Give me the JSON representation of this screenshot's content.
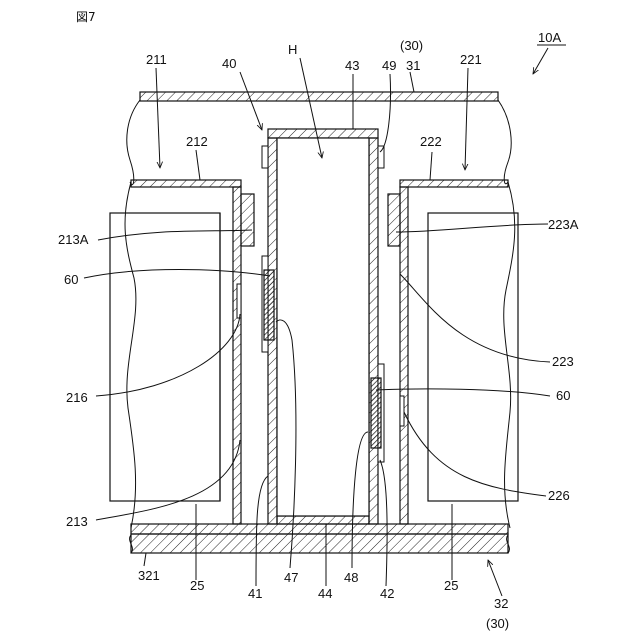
{
  "figure_label": "図7",
  "labels": {
    "l_10A": "10A",
    "l_30_top": "(30)",
    "l_211": "211",
    "l_40": "40",
    "l_H": "H",
    "l_43": "43",
    "l_49": "49",
    "l_31": "31",
    "l_221": "221",
    "l_212": "212",
    "l_222": "222",
    "l_213A": "213A",
    "l_223A": "223A",
    "l_60_left": "60",
    "l_223": "223",
    "l_216": "216",
    "l_60_right": "60",
    "l_226": "226",
    "l_213": "213",
    "l_321": "321",
    "l_25_left": "25",
    "l_47": "47",
    "l_48": "48",
    "l_44": "44",
    "l_41": "41",
    "l_42": "42",
    "l_25_right": "25",
    "l_32": "32",
    "l_30_bottom": "(30)"
  }
}
